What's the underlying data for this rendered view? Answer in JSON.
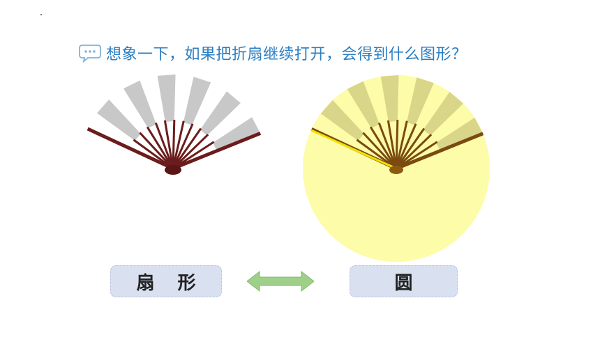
{
  "question": {
    "text": "想象一下，如果把折扇继续打开，会得到什么图形？",
    "icon": "chat-bubble-icon"
  },
  "labels": {
    "left": "扇 形",
    "right": "圆"
  },
  "colors": {
    "question_text": "#2b7ec2",
    "label_bg": "#d9e0f0",
    "fan_rib": "#6b1c1c",
    "fan_paper": "#c8c8c8",
    "circle_fill": "#fdfca8",
    "arrow_fill": "#9fd08a"
  }
}
